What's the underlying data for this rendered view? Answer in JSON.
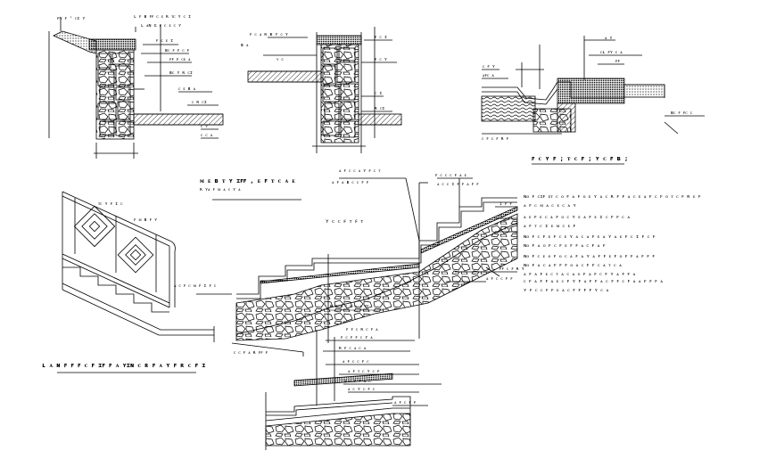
{
  "details": {
    "wall_section": {
      "labels": [
        "ꜰɴ ꜰ ˢ ᴄɪ ʏ",
        "ʟ ꜰ ʙ ꜰꜰ ᴄ ᴇ  ʀ ᴛᴄ ʏ ᴄ ɪ",
        "ʟ ᴀɴ ɢ ꜰ ᴄ ᴇ ᴄ ʏ",
        "ꜰ ᴄ ᴇ ɪ",
        "ʙᴄ ꜰ ꜰ ᴄ ꜰ",
        "ꜰꜰ ꜰ ᴄᴇ ᴀ",
        "ʙᴄ ʏ ʀ ᴄɪ",
        "ᴄ ᴇ ʙ ᴀ",
        "ᴄ ʀ ᴄɪ",
        "ᴄ ᴠ",
        "ᴄ  ᴄ ᴀ"
      ]
    },
    "column_section": {
      "labels": [
        "ꜰ ᴄ ᴀ ʀ ʙ ʏ ᴄ ʏ",
        "ꜰ ᴄ ɪ",
        "ʙ  ᴀ",
        "ᴠ ᴄ",
        "ꜰ ᴄ ʏ",
        "ᴄ ɪ",
        "ʀ ᴄɪ"
      ]
    },
    "pavement_section": {
      "labels": [
        "ᴀ ʏ",
        "ᴄʟ ꜰʏ ᴄ ᴀ",
        "ꜰꜰ",
        "ᴄ ꜰ ʏ",
        "ᴀꜰᴄ ᴀ",
        "ʙᴄ ꜰ ꜰᴄ ᴄ",
        "ᴄ ꜰ ᴄ ꜰ ʀ ꜰ"
      ],
      "title": "ꜰ ᴄ ʏ ꜰ  ;  ᴛ ᴄ ꜰ ;  ʏ ᴄ ꜰ  ʙ ;"
    },
    "railing_detail": {
      "labels": [
        "ᴛᴄ ʏ ꜰ ɪ ᴄ",
        "ꜰ ᴍ ʙ ꜰ ʏ",
        "ᴀ ᴄ ꜰ ᴄ ᴍ ꜰ ɪ ꜰ ᴄ"
      ],
      "title": "ʟ ᴀ ɴ ꜰ  ꜰ ꜰ  ᴄ ꜰ  ɪꜰ ꜰ  ᴀ ʏɪɴ ᴄ ʀ ꜰ ᴀ  ʏ ꜰ  ʀ ᴄ  ꜰ ɪ"
    },
    "stair_section": {
      "top_title": "ᴍ ᴇ ʙ ᴛ ʏ ɪꜰꜰ  ,  ᴇ ꜰ ᴛ ᴄ ᴀ ᴇ",
      "top_sub": "ʀ ʏᴀ ꜰ ᴍ ᴀ ᴄ ʏ ᴀ",
      "step_label": "ʏ ᴄ ᴄ ꜰ  ᴛ ꜰ ᴛ",
      "labels": [
        "ᴀ ꜰ ᴄ ᴄ ᴀ ʏ  ꜰ ᴄ ᴛ",
        "ᴀ ꜰ ᴀ ʙ ᴄ ᴄ ꜰ ꜰ",
        "ꜰ ᴄ ᴄ ᴄ ꜰ  ᴀ ᴇ",
        "ᴀ ᴄ ᴄ ɪ ꜰ ꜰ  ᴀ ꜰ ꜰ",
        "ɪ ꜰ ꜰ",
        "ꜰ ꜰ",
        "ᴄ ꜰ ꜰ",
        "ꜰꜰ ᴄ ꜰ ʀ ʏ",
        "ᴀ ꜰ ᴄ ᴄ ꜰ ꜰ",
        "ᴄ ᴄ ꜰ ᴀ ʀ ꜰꜰ ꜰ"
      ],
      "scale_note": "ʀ ꜰ ᴀ ᴛ ꜰ   ᴀ ᴀ ꜰꜰ"
    },
    "step_edge": {
      "labels": [
        "ꜰ ꜰ ᴄ ʀ ᴄ ꜰ ᴀ",
        "ꜰ ᴄ ꜰ ꜰ ᴄ ʏ ᴀ",
        "ʀ ꜰ ᴄ ᴀ ᴄ ᴀ",
        "ᴀ ꜰ ᴄ ᴄ ꜰ ᴄ",
        "ᴀ ꜰ ᴛ ᴄ ʏ ᴄ ꜰ",
        "ᴀ ᴄ ꜰ ꜰ ᴀ ᴄ",
        "ᴀ ᴄ ʏ ᴄ ꜰ ᴄ",
        "ᴀ ꜰ ᴄ ꜰ ꜰ"
      ]
    }
  },
  "notes": {
    "lines": [
      "ɴᴏ  ꜰ ᴄɪꜰ  ᴇᴛ ᴄ ᴏ ꜰ ᴀ ꜰ ᴏ ᴇ ʏ ᴀ ᴄ ʀ ꜰ ꜰ ᴀ ᴄ ᴇ ᴀ ꜰ  ᴄ ꜰ ᴏ ᴛ ᴄ ꜰ  ʀ ᴇ ꜰ",
      "ᴀ ꜰ ᴄ ᴍ ᴀ ᴄ ᴇ ᴄ ᴀ ʏ",
      "ᴀ ᴇ ꜰ ᴇ ᴄ ᴀ ꜰ  ᴏ ᴄ ʏ ᴇ ᴀ ꜰ ᴇ ɪ ᴄ ꜰ ꜰ ᴄ ᴀ",
      "ᴀ ꜰ ᴛ ᴄ ɪ ᴇ ᴍ  ᴄ ᴇ ꜰ",
      "ɴᴏ  ꜰ ᴄ ꜰ ᴇ ꜰ ᴄ ᴇ ʏ ᴀ ᴄ ᴀ ꜰ ᴇ ᴀ ʏ ᴀ ᴇ ꜰ ᴄ ɪ ꜰ ᴄ ꜰ",
      "ɴᴏ  ꜰ ᴀ ᴏ ꜰ ᴄ ꜰ ᴇ ꜰ ꜰ ᴀ ᴄ ꜰ ᴀ ꜰ",
      "ɴᴏ  ꜰ ᴄ ᴇ ᴏ ꜰ  ᴏ ᴄ ᴀ ꜰ ᴀ ʏ ᴀ ꜰ ꜰ ᴇ ꜰ ᴏ ꜰ ꜰ ᴀ ꜰ ꜰ ꜰ",
      "ɴᴏ  ꜰ ᴀ ᴄ ᴀ ꜰ ꜰ ꜰ  ᴏ ᴀ ᴄ ꜰ ꜰ ᴄ ᴀ ᴛ ᴄ ᴀ",
      "ᴀ ꜰ ᴀ ꜰ ᴇ ᴄ ᴛ ᴀ ᴄ ᴀ ᴏ ꜰ ᴀ ꜰ ᴄ ꜰ ʏ ᴀ ꜰ ꜰ ᴀ",
      "ᴄ ꜰ ᴀ ꜰ ꜰ ᴀ ᴇ ᴄ ꜰ ʏ ꜰ ᴀ ꜰ ꜰ ᴀ ᴄ ꜰ ꜰ ᴄ ꜰ ᴀ ᴀ ꜰ ꜰ ꜰ ᴀ",
      "ʏ ꜰ ᴄ ᴄ ꜰ ꜰ ᴇ ᴀ ᴄ ꜰ ꜰ ꜰ ꜰ ʏ ᴄ ᴀ"
    ]
  },
  "colors": {
    "ink": "#000000",
    "paper": "#ffffff"
  }
}
